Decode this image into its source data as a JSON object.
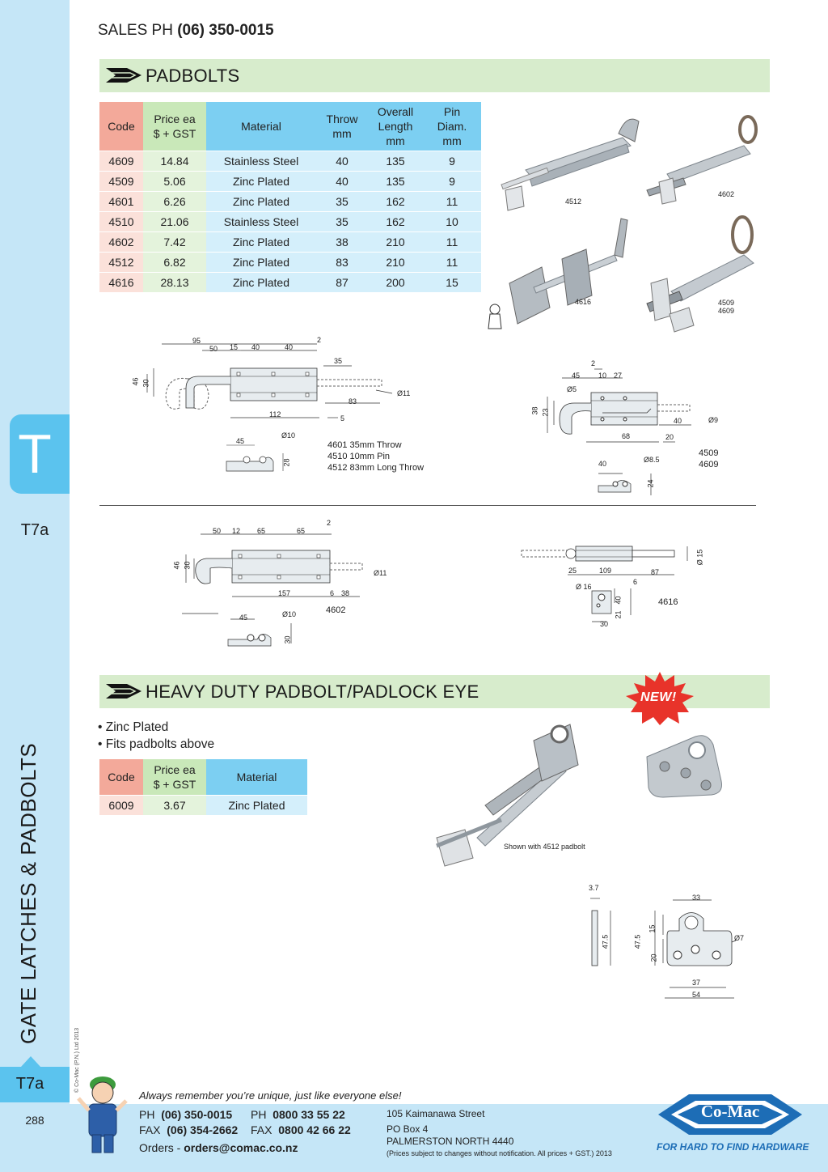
{
  "header": {
    "sales_label": "SALES  PH",
    "sales_phone": "(06) 350-0015"
  },
  "sidebar": {
    "tab_letter": "T",
    "page_code_top": "T7a",
    "vertical_title": "GATE LATCHES & PADBOLTS",
    "copyright": "© Co-Mac (P.N.) Ltd 2013",
    "page_code_bottom": "T7a",
    "page_number": "288"
  },
  "padbolts": {
    "title": "PADBOLTS",
    "headers": {
      "code": "Code",
      "price_line1": "Price ea",
      "price_line2": "$ + GST",
      "material": "Material",
      "throw_line1": "Throw",
      "throw_line2": "mm",
      "length_line1": "Overall",
      "length_line2": "Length",
      "length_line3": "mm",
      "pin_line1": "Pin",
      "pin_line2": "Diam.",
      "pin_line3": "mm"
    },
    "rows": [
      {
        "code": "4609",
        "price": "14.84",
        "material": "Stainless Steel",
        "throw": "40",
        "length": "135",
        "pin": "9"
      },
      {
        "code": "4509",
        "price": "5.06",
        "material": "Zinc Plated",
        "throw": "40",
        "length": "135",
        "pin": "9"
      },
      {
        "code": "4601",
        "price": "6.26",
        "material": "Zinc Plated",
        "throw": "35",
        "length": "162",
        "pin": "11"
      },
      {
        "code": "4510",
        "price": "21.06",
        "material": "Stainless Steel",
        "throw": "35",
        "length": "162",
        "pin": "10"
      },
      {
        "code": "4602",
        "price": "7.42",
        "material": "Zinc Plated",
        "throw": "38",
        "length": "210",
        "pin": "11"
      },
      {
        "code": "4512",
        "price": "6.82",
        "material": "Zinc Plated",
        "throw": "83",
        "length": "210",
        "pin": "11"
      },
      {
        "code": "4616",
        "price": "28.13",
        "material": "Zinc Plated",
        "throw": "87",
        "length": "200",
        "pin": "15"
      }
    ],
    "photo_labels": {
      "p4512": "4512",
      "p4602": "4602",
      "p4616": "4616",
      "p4509": "4509",
      "p4609": "4609"
    }
  },
  "drawings": {
    "d1": {
      "dims": {
        "a95": "95",
        "a50": "50",
        "a15": "15",
        "a40a": "40",
        "a40b": "40",
        "a2": "2",
        "a35": "35",
        "a46": "46",
        "a30": "30",
        "a11": "Ø11",
        "a83": "83",
        "a112": "112",
        "a5": "5",
        "a45": "45",
        "a10": "Ø10",
        "a28": "28"
      },
      "notes": [
        "4601 35mm Throw",
        "4510 10mm Pin",
        "4512 83mm Long Throw"
      ]
    },
    "d2": {
      "dims": {
        "b2": "2",
        "b45": "45",
        "b10": "10",
        "b27": "27",
        "b5": "Ø5",
        "b38": "38",
        "b23": "23",
        "b40": "40",
        "b9": "Ø9",
        "b68": "68",
        "b20": "20",
        "b40b": "40",
        "b85": "Ø8.5",
        "b24": "24"
      },
      "codes": [
        "4509",
        "4609"
      ]
    },
    "d3": {
      "dims": {
        "c50": "50",
        "c12": "12",
        "c65a": "65",
        "c65b": "65",
        "c2": "2",
        "c46": "46",
        "c30": "30",
        "c11": "Ø11",
        "c157": "157",
        "c6": "6",
        "c38": "38",
        "c45": "45",
        "c10": "Ø10",
        "c30b": "30"
      },
      "code": "4602"
    },
    "d4": {
      "dims": {
        "e15": "Ø 15",
        "e25": "25",
        "e109": "109",
        "e87": "87",
        "e6": "6",
        "e16": "Ø 16",
        "e40": "40",
        "e21": "21",
        "e30": "30"
      },
      "code": "4616"
    }
  },
  "heavy_duty": {
    "title": "HEAVY DUTY PADBOLT/PADLOCK EYE",
    "badge": "NEW!",
    "bullets": [
      "• Zinc Plated",
      "• Fits padbolts above"
    ],
    "headers": {
      "code": "Code",
      "price_line1": "Price ea",
      "price_line2": "$ + GST",
      "material": "Material"
    },
    "rows": [
      {
        "code": "6009",
        "price": "3.67",
        "material": "Zinc Plated"
      }
    ],
    "caption": "Shown with 4512 padbolt",
    "dims": {
      "f37a": "3.7",
      "f475a": "47.5",
      "f33": "33",
      "f15": "15",
      "f475b": "47.5",
      "f20": "20",
      "f7": "Ø7",
      "f37": "37",
      "f54": "54"
    }
  },
  "footer": {
    "tagline": "Always remember you’re unique, just like everyone else!",
    "ph_label": "PH",
    "ph": "(06) 350-0015",
    "ph2_label": "PH",
    "ph2": "0800 33 55 22",
    "fax_label": "FAX",
    "fax": "(06) 354-2662",
    "fax2_label": "FAX",
    "fax2": "0800 42 66 22",
    "orders_label": "Orders -",
    "orders_email": "orders@comac.co.nz",
    "address": [
      "105 Kaimanawa Street",
      "PO Box 4",
      "PALMERSTON NORTH 4440"
    ],
    "note": "(Prices subject to changes without notification.  All prices + GST.)  2013",
    "logo": "Co-Mac",
    "logo_tagline": "FOR HARD TO FIND HARDWARE"
  },
  "colors": {
    "sidebar": "#c5e6f7",
    "tab": "#5bc3ee",
    "section_bar": "#d7eccc",
    "code_header": "#f3a99a",
    "price_header": "#c9e8b9",
    "material_header": "#7ccff2",
    "badge": "#e8332a",
    "logo_blue": "#1d6db6"
  }
}
